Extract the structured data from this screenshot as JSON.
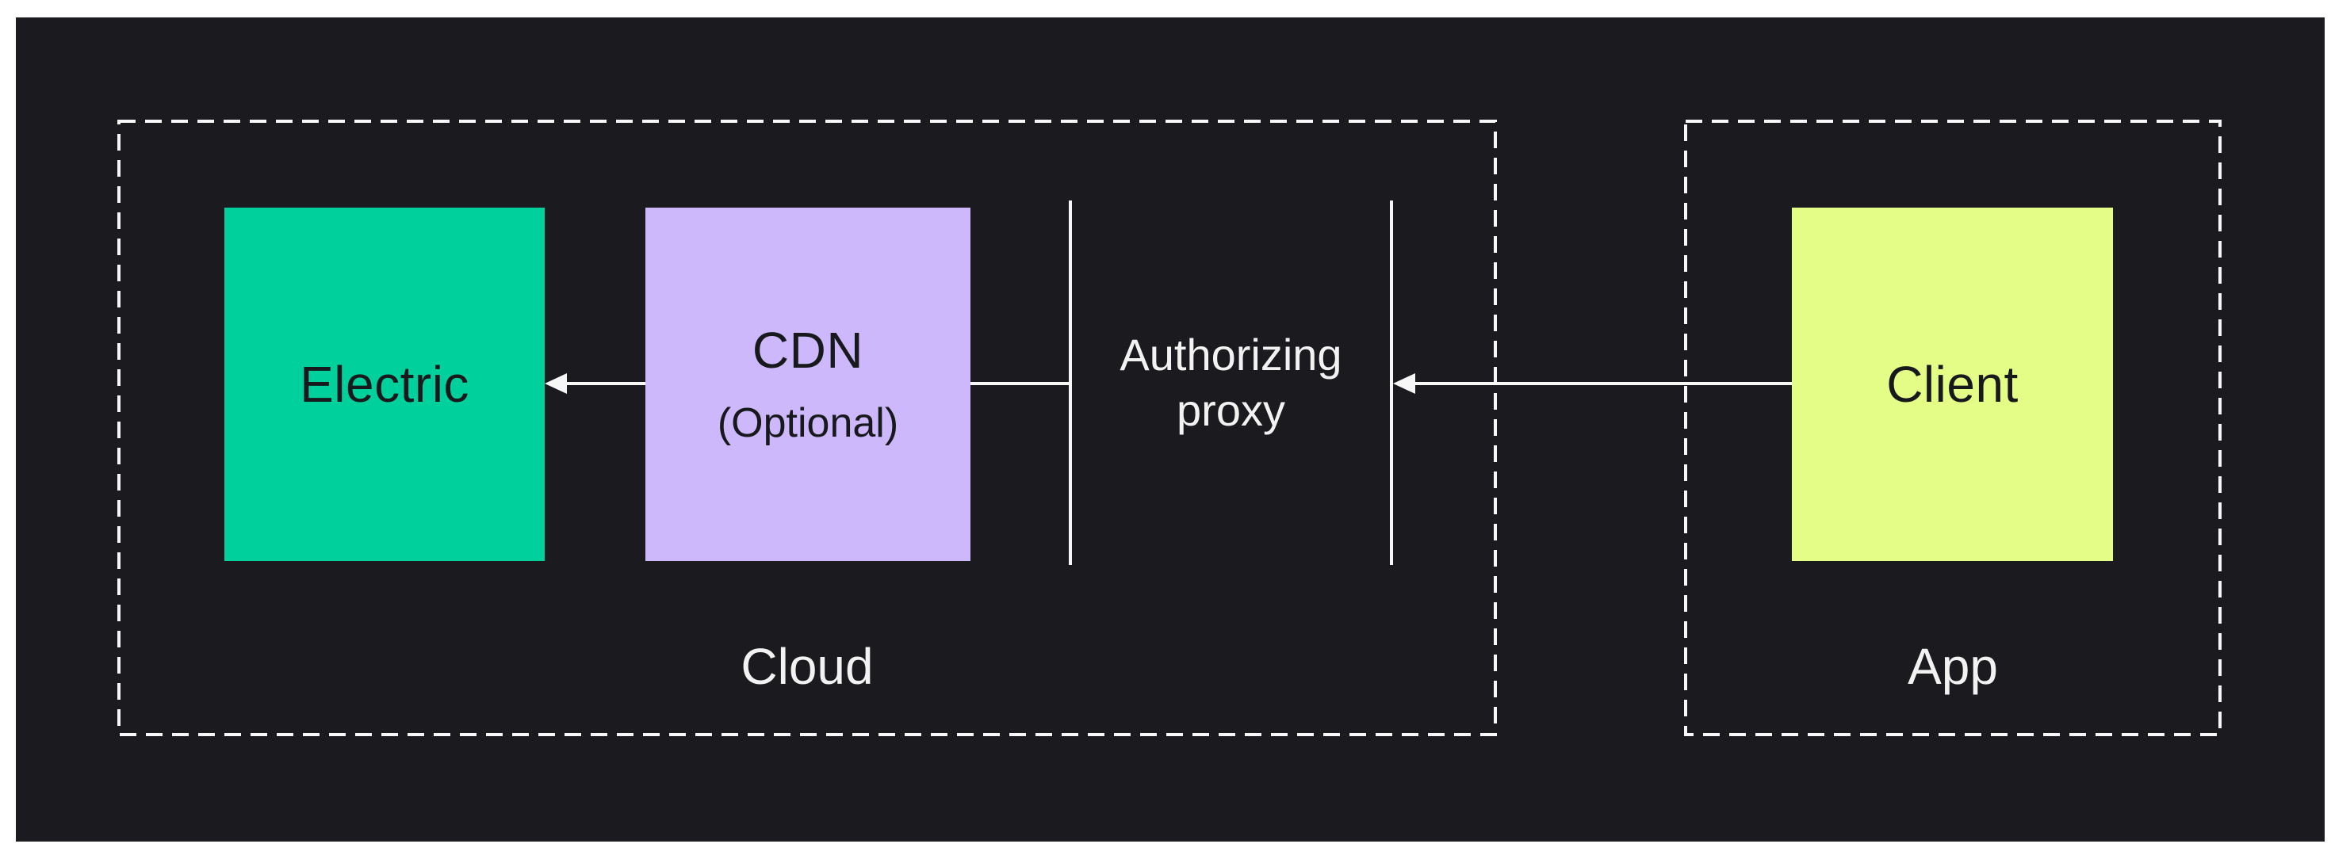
{
  "colors": {
    "page_background": "#FFFFFF",
    "canvas_background": "#1A1A1F",
    "line": "#F7F7F7",
    "text_light": "#F2F2F2",
    "text_dark": "#17191C",
    "electric_fill": "#00D19C",
    "cdn_fill": "#CDB8FB",
    "client_fill": "#E3FD86"
  },
  "groups": {
    "cloud": {
      "label": "Cloud"
    },
    "app": {
      "label": "App"
    }
  },
  "nodes": {
    "electric": {
      "label": "Electric"
    },
    "cdn": {
      "label": "CDN",
      "sublabel": "(Optional)"
    },
    "proxy": {
      "label": "Authorizing proxy"
    },
    "client": {
      "label": "Client"
    }
  },
  "edges": [
    {
      "from": "client",
      "to": "proxy",
      "arrowhead": "at-proxy"
    },
    {
      "from": "proxy",
      "to": "cdn",
      "arrowhead": "none"
    },
    {
      "from": "cdn",
      "to": "electric",
      "arrowhead": "at-electric"
    }
  ]
}
